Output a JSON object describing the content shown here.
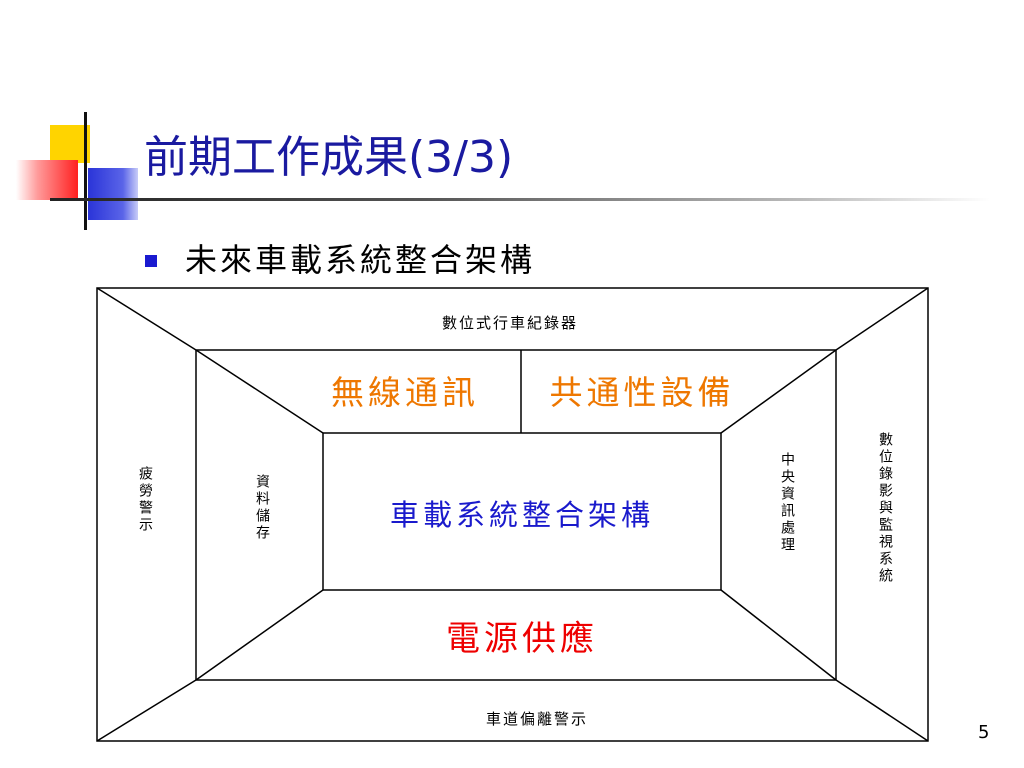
{
  "title": {
    "text": "前期工作成果",
    "suffix": "(3/3)"
  },
  "bullet": {
    "text": "未來車載系統整合架構"
  },
  "diagram": {
    "top": "數位式行車紀錄器",
    "wireless": "無線通訊",
    "common": "共通性設備",
    "center": "車載系統整合架構",
    "power": "電源供應",
    "bottom": "車道偏離警示",
    "left_outer": "疲勞警示",
    "left_inner": "資料儲存",
    "right_inner": "中央資訊處理",
    "right_outer": "數位錄影與監視系統",
    "colors": {
      "orange": "#ee7700",
      "blue": "#1a1acc",
      "red": "#ee0000"
    }
  },
  "page_number": "5"
}
